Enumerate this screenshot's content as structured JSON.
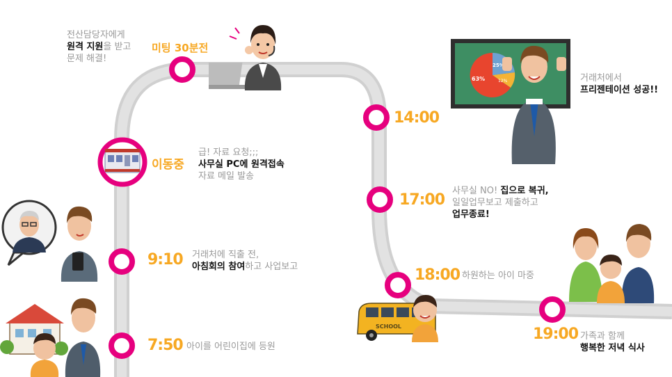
{
  "route": {
    "colors": {
      "path": "#d4d4d4",
      "marker": "#e6007e",
      "time": "#f7a823"
    }
  },
  "steps": [
    {
      "id": "meeting",
      "label": "미팅 30분전",
      "desc_pre": "전산담당자에게",
      "desc_bold": "원격 지원",
      "desc_post": "을 받고",
      "desc_line3": "문제 해결!"
    },
    {
      "id": "moving",
      "label": "이동중",
      "desc_line1": "급! 자료 요청;;;",
      "desc_bold": "사무실 PC에 원격접속",
      "desc_line3": "자료 메일 발송"
    },
    {
      "id": "t0910",
      "label": "9:10",
      "desc_line1": "거래처에 직출 전,",
      "desc_bold": "아침회의 참여",
      "desc_post": "하고 사업보고"
    },
    {
      "id": "t0750",
      "label": "7:50",
      "desc_line1": "아이를 어린이집에 등원"
    },
    {
      "id": "t1400",
      "label": "14:00",
      "desc_line1": "거래처에서",
      "desc_bold": "프리젠테이션 성공!!"
    },
    {
      "id": "t1700",
      "label": "17:00",
      "desc_pre": "사무실 NO! ",
      "desc_bold": "집으로 복귀,",
      "desc_line2": "일일업무보고 제출하고",
      "desc_bold2": "업무종료!"
    },
    {
      "id": "t1800",
      "label": "18:00",
      "desc_line1": "하원하는 아이 마중"
    },
    {
      "id": "t1900",
      "label": "19:00",
      "desc_line1": "가족과 함께",
      "desc_bold": "행복한 저녁 식사"
    }
  ],
  "pie": {
    "slices": [
      {
        "label": "63%",
        "value": 63
      },
      {
        "label": "25%",
        "value": 25
      },
      {
        "label": "12%",
        "value": 12
      }
    ]
  },
  "bus": {
    "label": "SCHOOL"
  }
}
